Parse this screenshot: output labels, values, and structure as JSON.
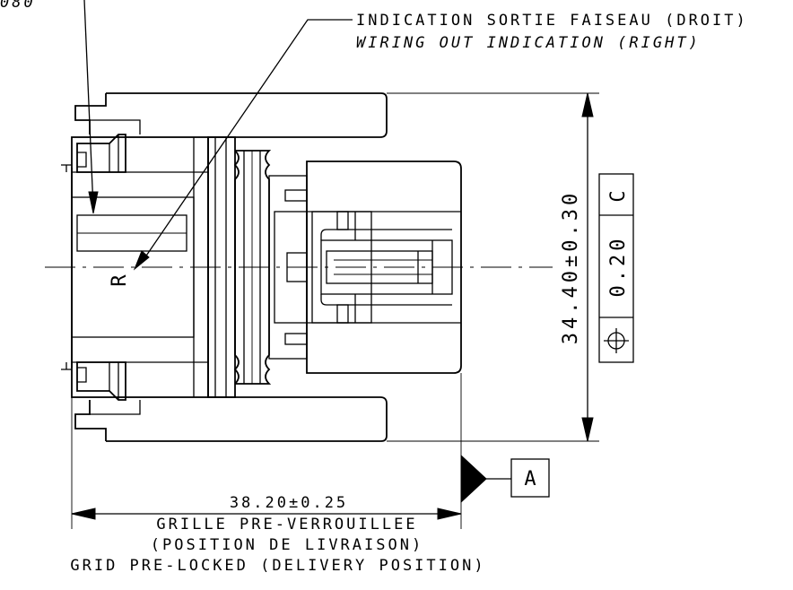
{
  "callouts": {
    "top_left_fragment": "080",
    "wiring_fr": "INDICATION SORTIE FAISEAU (DROIT)",
    "wiring_en": "WIRING OUT INDICATION (RIGHT)"
  },
  "dimensions": {
    "height": "34.40±0.30",
    "length": "38.20±0.25"
  },
  "tolerance_frame": {
    "symbol": "⌖",
    "value": "0.20",
    "datum": "C"
  },
  "datum_a": "A",
  "marking_letter": "R",
  "notes": {
    "line1": "GRILLE PRE-VERROUILLEE",
    "line2": "(POSITION DE LIVRAISON)",
    "line3": "GRID PRE-LOCKED (DELIVERY POSITION)"
  }
}
